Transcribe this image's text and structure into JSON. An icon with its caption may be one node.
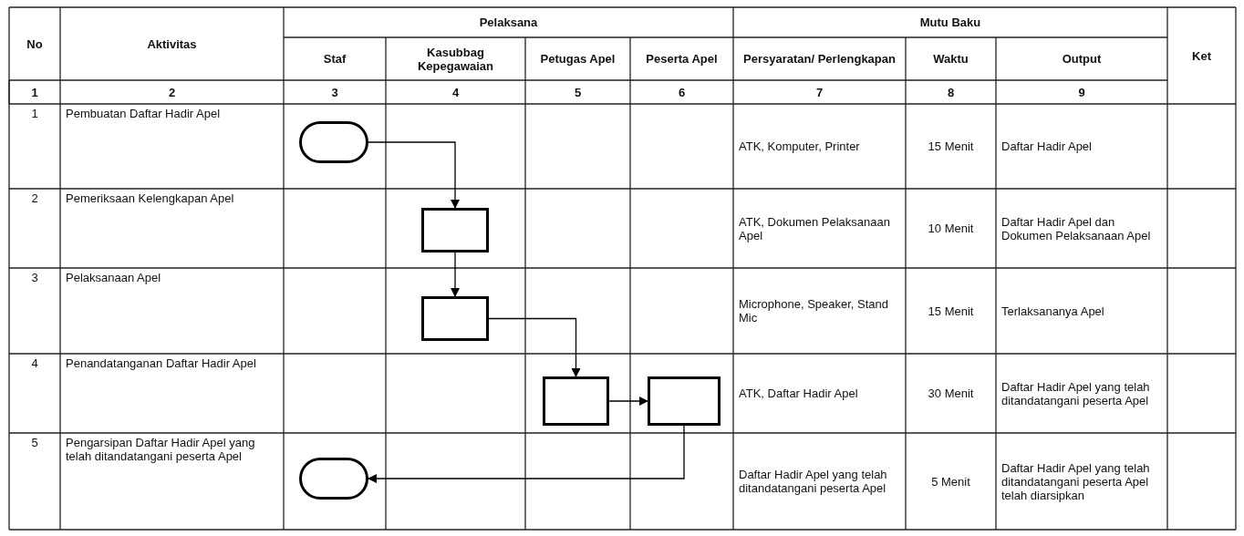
{
  "diagram": {
    "nodes": [
      {
        "text": [],
        "shape": "oval"
      },
      {
        "text": [],
        "shape": "box"
      },
      {
        "text": [],
        "shape": "box"
      },
      {
        "text": [],
        "shape": "box"
      },
      {
        "text": [],
        "shape": "box"
      },
      {
        "text": [],
        "shape": "oval"
      }
    ],
    "edges": [
      {
        "from": 0,
        "to": 1,
        "arrow": "to"
      },
      {
        "from": 1,
        "to": 2,
        "arrow": "to"
      },
      {
        "from": 2,
        "to": 3,
        "arrow": "to"
      },
      {
        "from": 3,
        "to": 4,
        "arrow": "to"
      },
      {
        "from": 4,
        "to": 5,
        "arrow": "to"
      }
    ],
    "labels": [
      "No",
      "Aktivitas",
      "Pelaksana",
      "Mutu Baku",
      "Staf",
      "Kasubbag Kepegawaian",
      "Petugas Apel",
      "Peserta Apel",
      "Persyaratan/ Perlengkapan",
      "Waktu",
      "Output",
      "Ket",
      "1",
      "2",
      "3",
      "4",
      "5",
      "6",
      "7",
      "8",
      "9",
      "1",
      "Pembuatan Daftar Hadir Apel",
      "ATK, Komputer, Printer",
      "15 Menit",
      "Daftar Hadir Apel",
      "2",
      "Pemeriksaan Kelengkapan Apel",
      "ATK, Dokumen Pelaksanaan Apel",
      "10 Menit",
      "Daftar Hadir Apel dan Dokumen Pelaksanaan Apel",
      "3",
      "Pelaksanaan Apel",
      "Microphone, Speaker, Stand Mic",
      "15 Menit",
      "Terlaksananya Apel",
      "4",
      "Penandatanganan Daftar Hadir Apel",
      "ATK, Daftar Hadir Apel",
      "30 Menit",
      "Daftar Hadir Apel yang telah ditandatangani peserta Apel",
      "5",
      "Pengarsipan Daftar Hadir Apel yang telah ditandatangani peserta Apel",
      "Daftar Hadir Apel yang telah ditandatangani peserta Apel",
      "5 Menit",
      "Daftar Hadir Apel yang telah ditandatangani peserta Apel telah diarsipkan"
    ]
  }
}
